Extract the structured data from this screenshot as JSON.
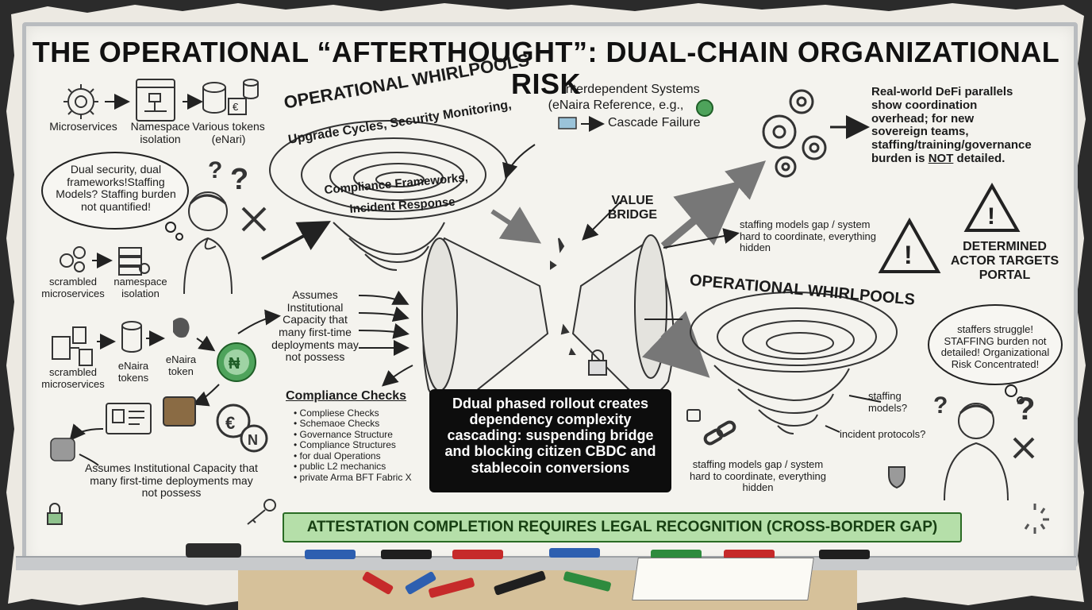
{
  "title": "THE OPERATIONAL “AFTERTHOUGHT”: DUAL-CHAIN ORGANIZATIONAL RISK",
  "top_left": {
    "microservices": "Microservices",
    "namespace": "Namespace isolation",
    "tokens": "Various tokens (eNari)"
  },
  "left_bubble": "Dual security, dual frameworks!Staffing Models? Staffing burden not quantified!",
  "mid_left": {
    "scrambled": "scrambled microservices",
    "namespace": "namespace isolation"
  },
  "lower_left": {
    "scrambled": "scrambled microservices",
    "enaira_tokens": "eNaira tokens",
    "enaira_token": "eNaira token"
  },
  "left_assumes": "Assumes Institutional Capacity that many first-time deployments may not possess",
  "center_assumes": "Assumes Institutional Capacity that many first-time deployments may not possess",
  "whirlpool_top": {
    "heading": "OPERATIONAL WHIRLPOOLS",
    "line1": "Upgrade Cycles, Security Monitoring,",
    "line2": "Compliance Frameworks,",
    "line3": "Incident Response"
  },
  "interdependent": {
    "line1": "Interdependent Systems",
    "line2": "(eNaira Reference, e.g.,",
    "line3": "Cascade Failure"
  },
  "value_bridge": "VALUE BRIDGE",
  "right_top": "Real-world DeFi parallels show coordination overhead; for new sovereign teams, staffing/training/governance burden is NOT detailed.",
  "right_top_parts": {
    "before": "Real-world DeFi parallels show coordination overhead; for new sovereign teams, staffing/training/governance burden is ",
    "emph": "NOT",
    "after": " detailed."
  },
  "staffing_gap_top": "staffing models gap / system hard to coordinate, everything hidden",
  "determined_actor": "DETERMINED ACTOR TARGETS PORTAL",
  "whirlpool_bottom": "OPERATIONAL WHIRLPOOLS",
  "right_bubble": "staffers struggle! STAFFING burden not detailed! Organizational Risk Concentrated!",
  "staffing_models_q": "staffing models?",
  "incident_protocols_q": "incident protocols?",
  "staffing_gap_bottom": "staffing models gap / system hard to coordinate, everything hidden",
  "compliance": {
    "heading": "Compliance Checks",
    "items": [
      "Compliese Checks",
      "Schemaoe Checks",
      "Governance Structure",
      "Compliance Structures",
      "for dual Operations",
      "public L2 mechanics",
      "private Arma BFT Fabric X"
    ]
  },
  "dark_box": "Ddual phased rollout creates dependency complexity cascading: suspending bridge and blocking citizen CBDC and stablecoin conversions",
  "green_bar": "ATTESTATION COMPLETION REQUIRES LEGAL RECOGNITION (CROSS-BORDER GAP)",
  "colors": {
    "board": "#f4f3ee",
    "green": "#b5dfa9",
    "dark": "#0d0d0d",
    "ink": "#1b1b1b"
  }
}
